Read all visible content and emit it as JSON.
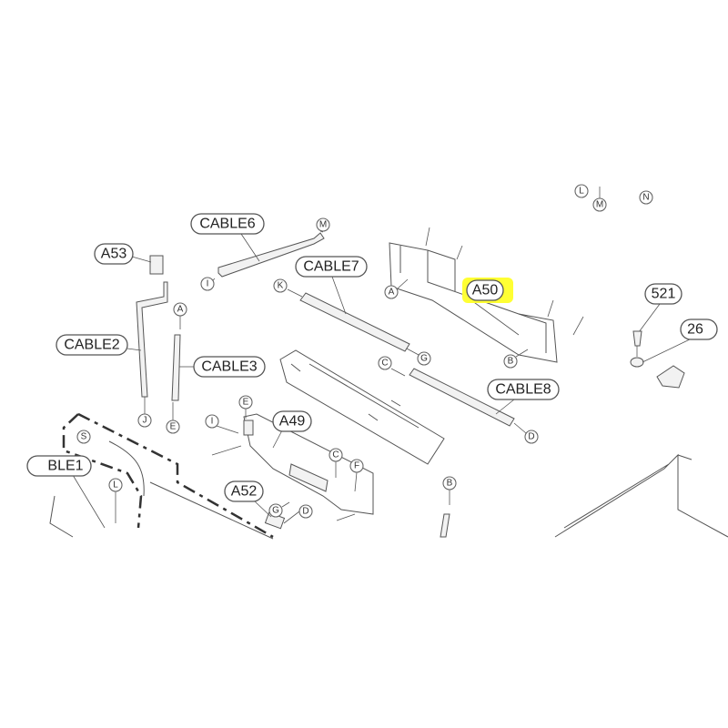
{
  "diagram": {
    "highlight_color": "#ffff33",
    "callouts": {
      "cable6": "CABLE6",
      "cable7": "CABLE7",
      "cable2": "CABLE2",
      "cable3": "CABLE3",
      "cable8": "CABLE8",
      "cable1": "BLE1",
      "a53": "A53",
      "a50": "A50",
      "a49": "A49",
      "a52": "A52",
      "p521": "521",
      "p26": "26"
    },
    "connectors": {
      "top_l": "L",
      "top_m": "M",
      "top_n": "N",
      "m1": "M",
      "i1": "I",
      "k1": "K",
      "g1": "G",
      "a1": "A",
      "b1": "B",
      "a2": "A",
      "c1": "C",
      "d1": "D",
      "j1": "J",
      "e1": "E",
      "e2": "E",
      "i2": "I",
      "s1": "S",
      "l1": "L",
      "c2": "C",
      "f1": "F",
      "b2": "B",
      "g2": "G",
      "d2": "D"
    }
  }
}
